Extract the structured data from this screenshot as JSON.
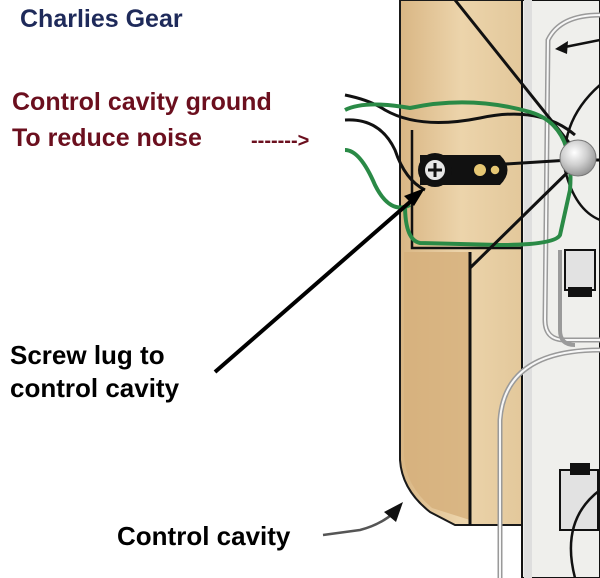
{
  "brand": {
    "name": "Charlies Gear",
    "color": "#1e2a5a"
  },
  "annotations": {
    "ground_line1": "Control cavity ground",
    "ground_line2": "To reduce noise",
    "ground_arrow": "------->",
    "ground_color": "#6b0f1e",
    "screw_line1": "Screw lug to",
    "screw_line2": "control cavity",
    "cavity_label": "Control cavity"
  },
  "colors": {
    "wood": "#e8cfa4",
    "wood_shadow": "#d2ac7a",
    "metal_plate": "#e9e9e6",
    "ground_wire": "#2a8a46",
    "black_wire": "#111111",
    "silver": "#bfbfbf"
  }
}
